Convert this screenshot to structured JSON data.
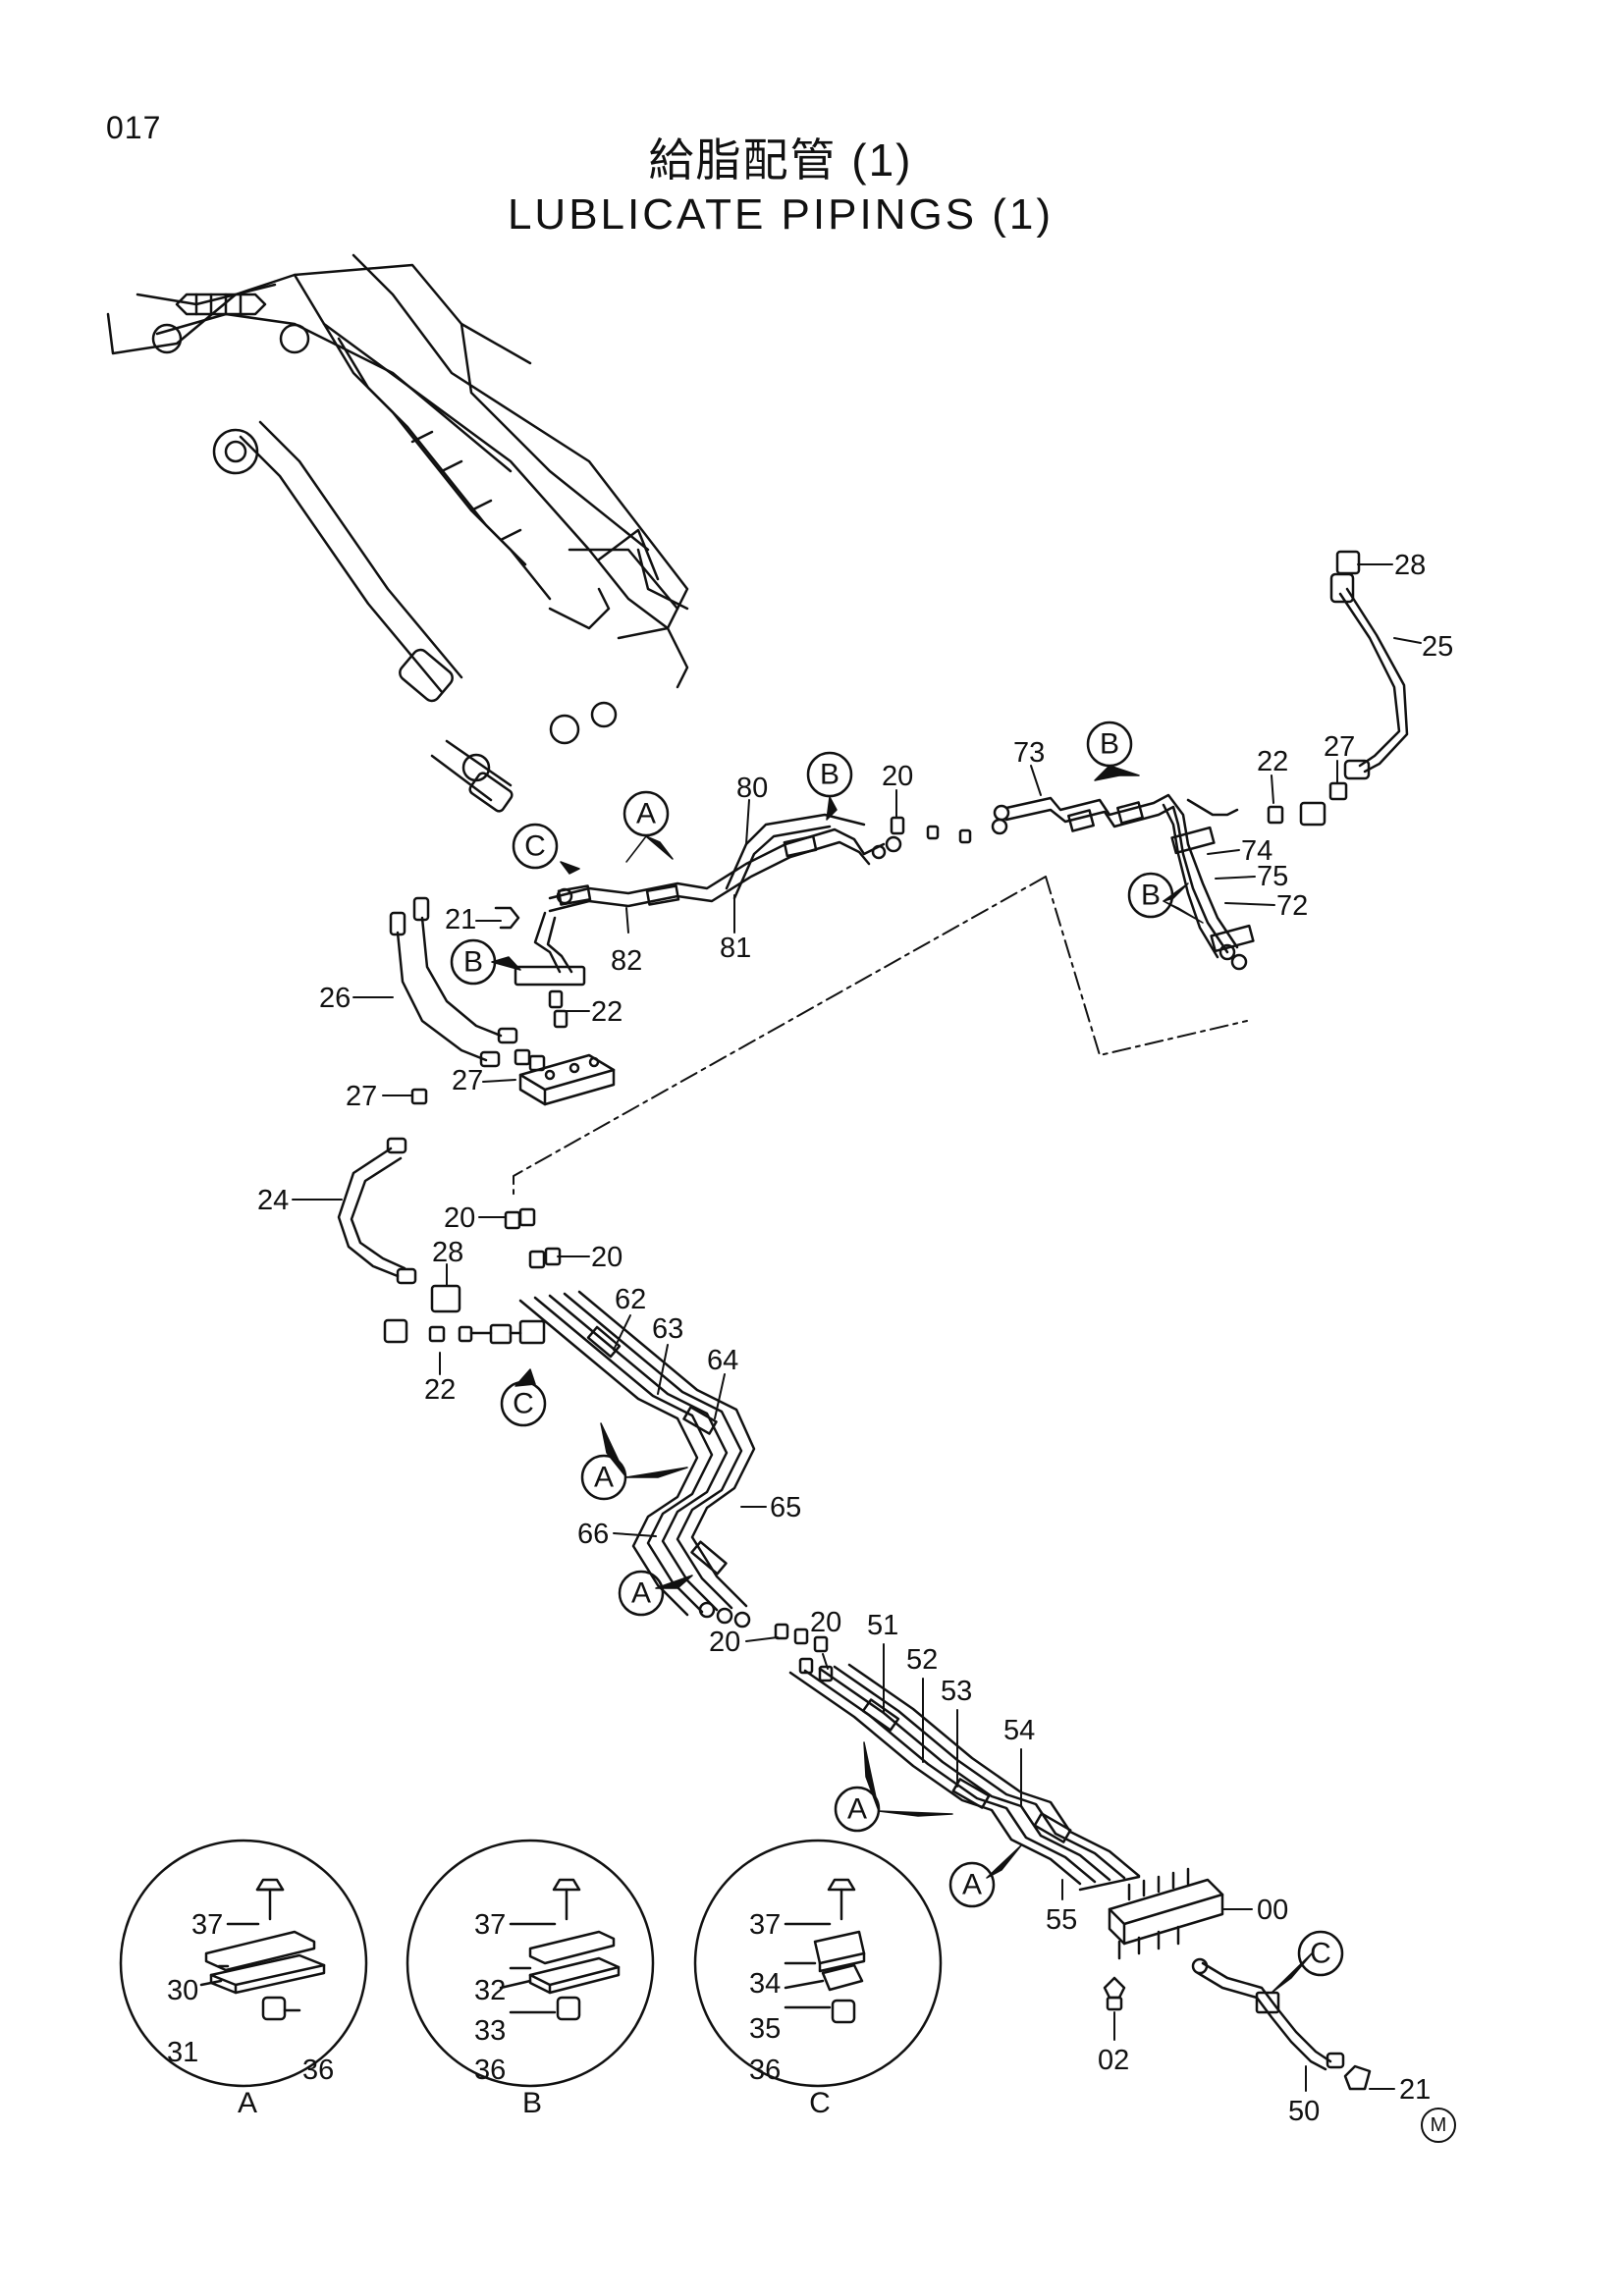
{
  "page_number": "017",
  "title_jp": "給脂配管 (1)",
  "title_en": "LUBLICATE PIPINGS (1)",
  "manufacturer_mark": "M",
  "callouts": {
    "c28a": "28",
    "c25": "25",
    "c73": "73",
    "c22a": "22",
    "c27a": "27",
    "c74": "74",
    "c75": "75",
    "c72": "72",
    "c80": "80",
    "c20a": "20",
    "c21a": "21",
    "c82": "82",
    "c81": "81",
    "c26": "26",
    "c22b": "22",
    "c27b": "27",
    "c27c": "27",
    "c24": "24",
    "c20b": "20",
    "c20c": "20",
    "c28b": "28",
    "c22c": "22",
    "c62": "62",
    "c63": "63",
    "c64": "64",
    "c65": "65",
    "c66": "66",
    "c20d": "20",
    "c20e": "20",
    "c51": "51",
    "c52": "52",
    "c53": "53",
    "c54": "54",
    "c55": "55",
    "c00": "00",
    "c02": "02",
    "c50": "50",
    "c21b": "21",
    "i37a": "37",
    "i30": "30",
    "i31": "31",
    "i36a": "36",
    "i37b": "37",
    "i32": "32",
    "i33": "33",
    "i36b": "36",
    "i37c": "37",
    "i34": "34",
    "i35": "35",
    "i36c": "36"
  },
  "bubbles": {
    "b1": "B",
    "b2": "B",
    "b3": "B",
    "b4": "B",
    "a1": "A",
    "a2": "A",
    "a3": "A",
    "a4": "A",
    "a5": "A",
    "cc1": "C",
    "cc2": "C",
    "cc3": "C"
  },
  "insets": {
    "a": "A",
    "b": "B",
    "c": "C"
  }
}
